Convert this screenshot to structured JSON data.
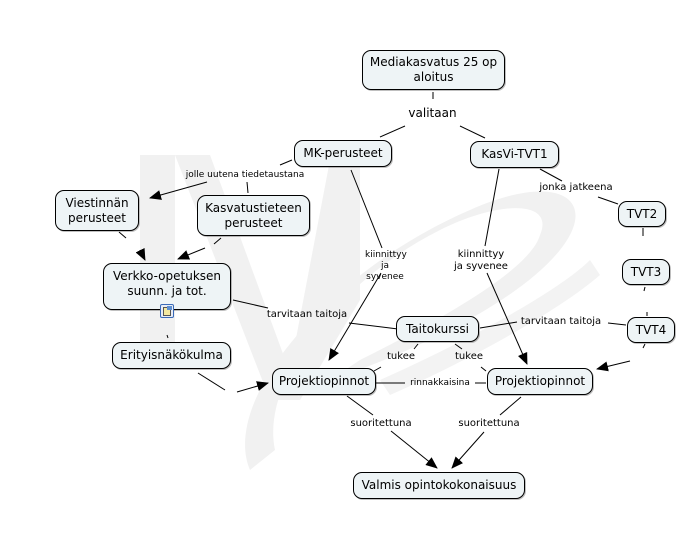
{
  "nodes": {
    "mediakasvatus": "Mediakasvatus 25 op\naloitus",
    "mk_perusteet": "MK-perusteet",
    "kasvi_tvt1": "KasVi-TVT1",
    "viestinnan": "Viestinnän\nperusteet",
    "kasvatustieteen": "Kasvatustieteen\nperusteet",
    "verkko": "Verkko-opetuksen\nsuunn. ja tot.",
    "erityis": "Erityisnäkökulma",
    "taitokurssi": "Taitokurssi",
    "projekti_left": "Projektiopinnot",
    "projekti_right": "Projektiopinnot",
    "valmis": "Valmis opintokokonaisuus",
    "tvt2": "TVT2",
    "tvt3": "TVT3",
    "tvt4": "TVT4"
  },
  "links": {
    "valitaan": "valitaan",
    "jolle": "jolle uutena tiedetaustana",
    "jonka": "jonka jatkeena",
    "kiinnittyy_left": "kiinnittyy\nja syvenee",
    "kiinnittyy_right": "kiinnittyy\nja syvenee",
    "tarvitaan_left": "tarvitaan taitoja",
    "tarvitaan_right": "tarvitaan taitoja",
    "tukee_left": "tukee",
    "tukee_right": "tukee",
    "rinnakkaisina": "rinnakkaisina",
    "suoritettuna_left": "suoritettuna",
    "suoritettuna_right": "suoritettuna"
  },
  "icons": {
    "resource": "document-resource-icon"
  },
  "colors": {
    "node_fill": "#eef4f6",
    "line": "#000000",
    "watermark": "#f0f0f0"
  }
}
